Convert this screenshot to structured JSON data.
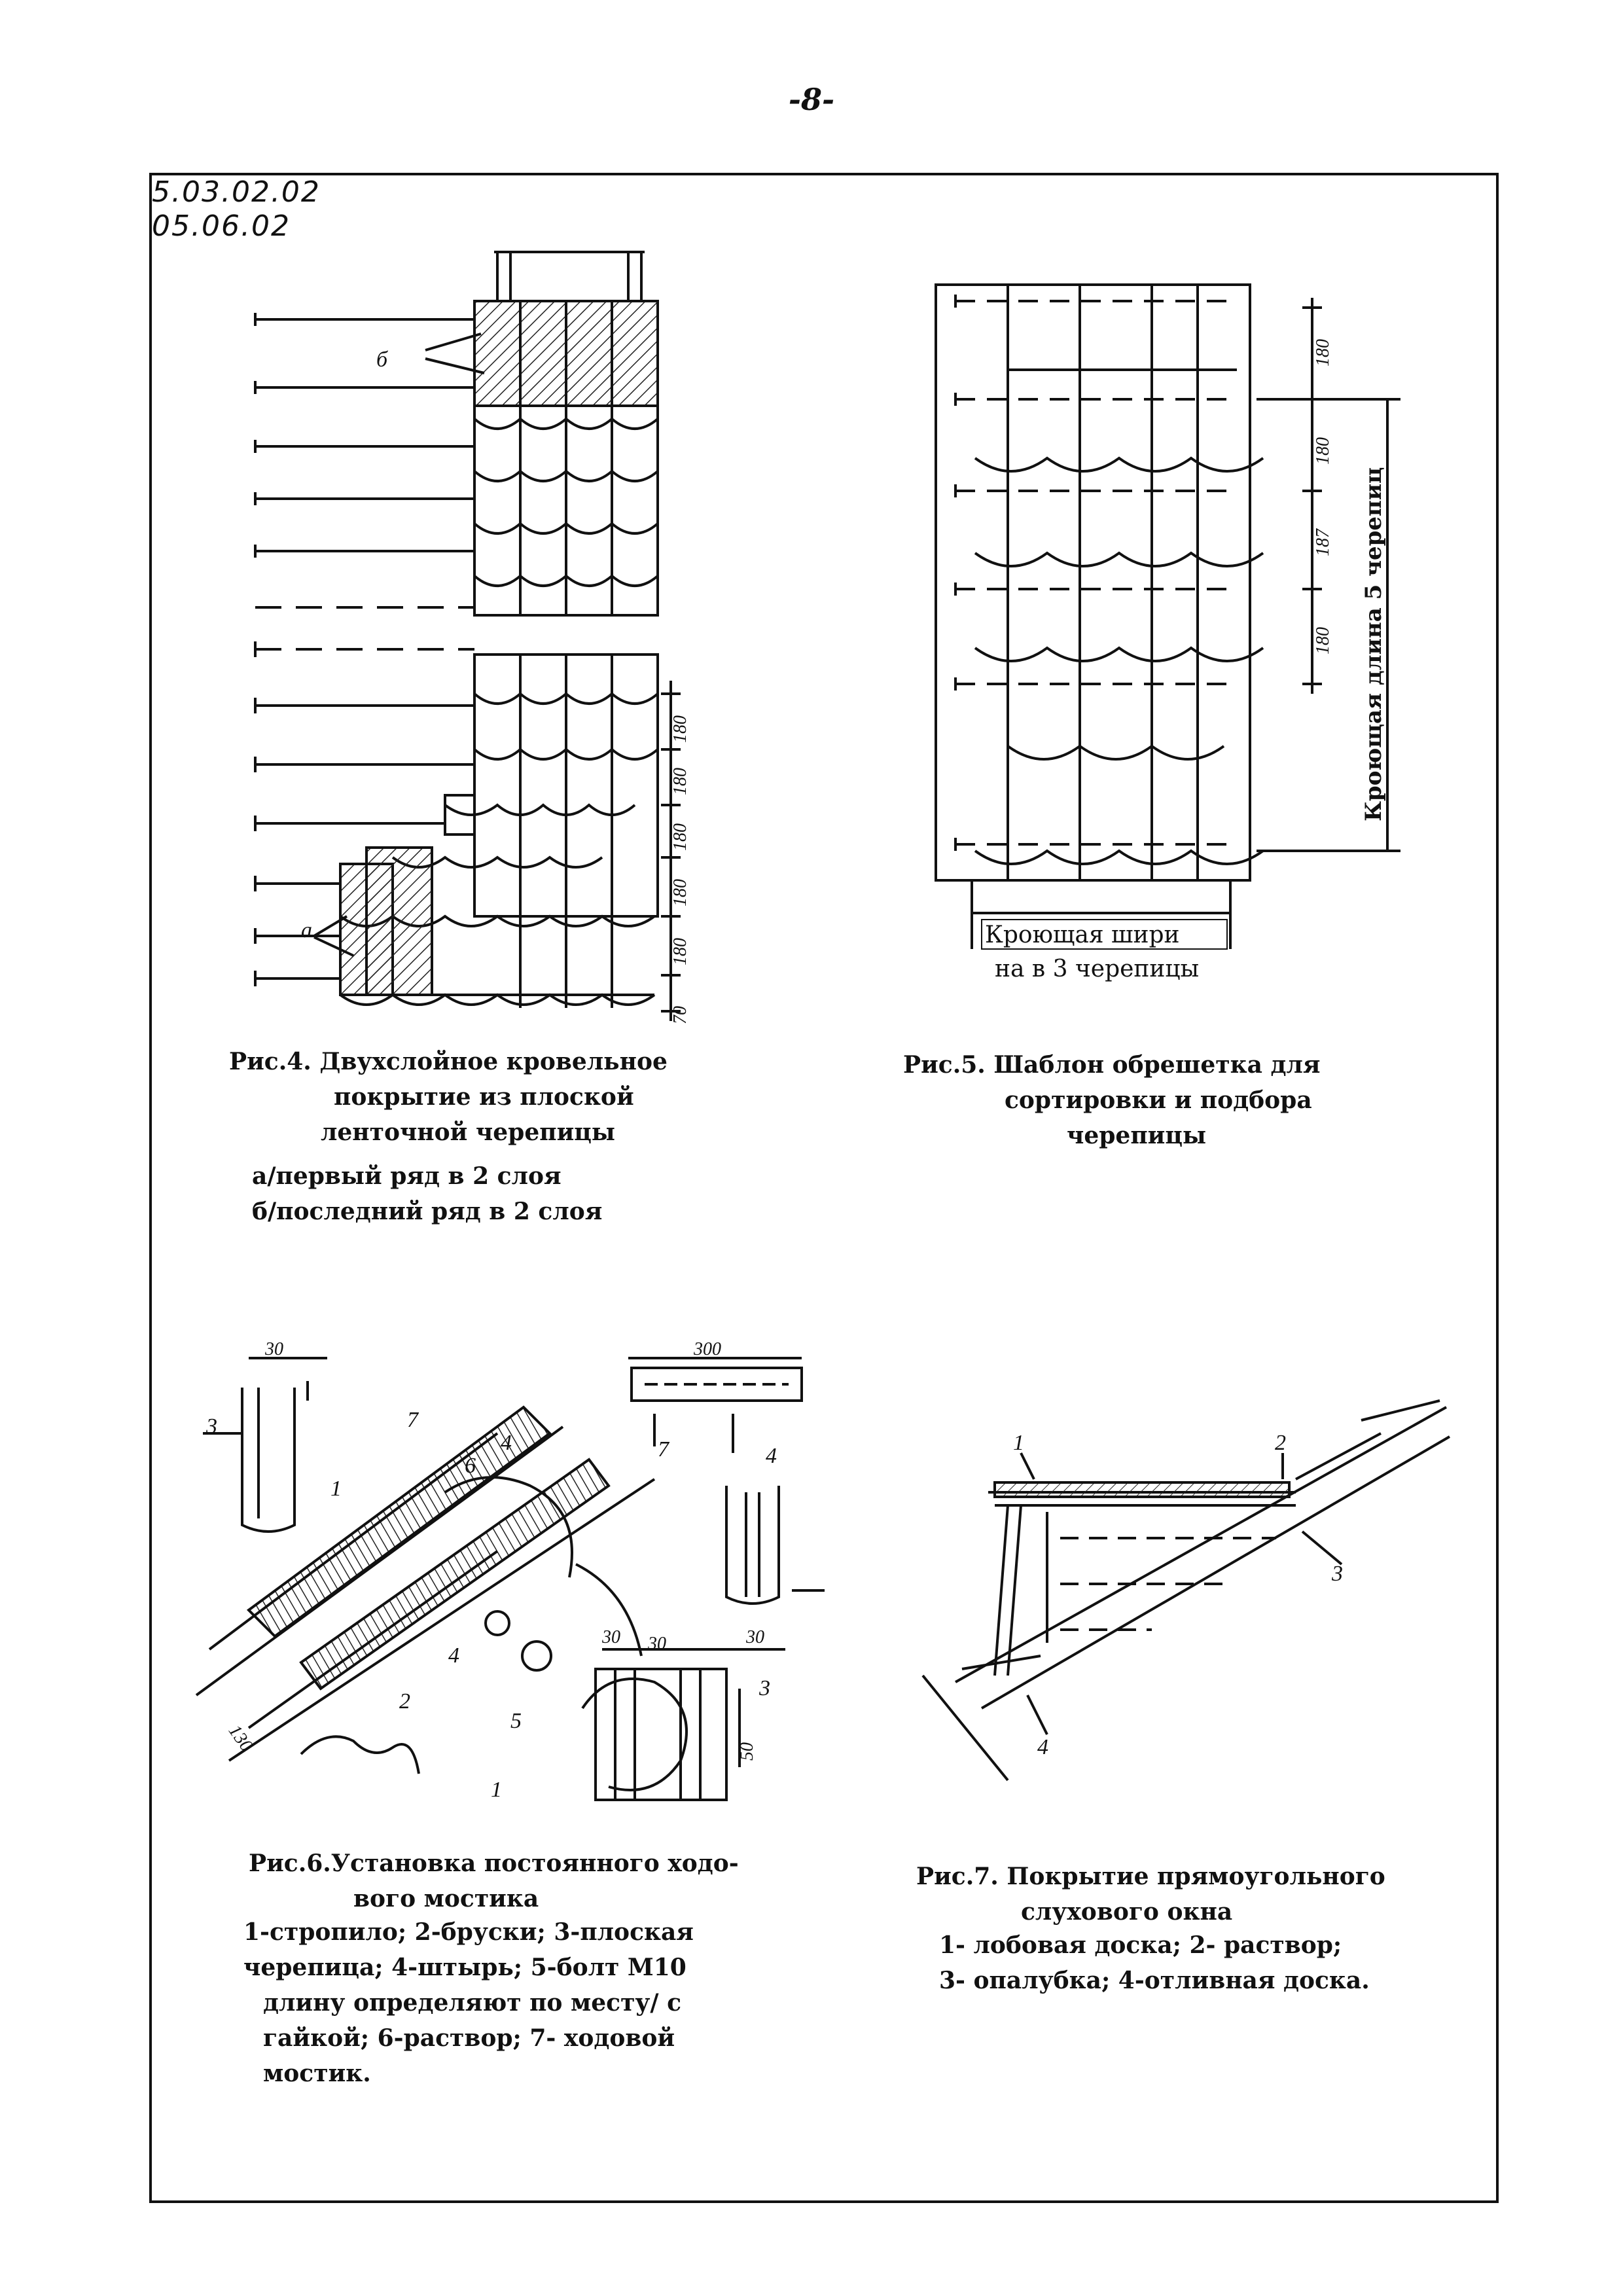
{
  "header": {
    "page_number": "-8-"
  },
  "doc_codes": [
    "5.03.02.02",
    "05.06.02"
  ],
  "fig4": {
    "caption": [
      "Рис.4. Двухслойное кровельное",
      "покрытие из плоской",
      "ленточной черепицы"
    ],
    "legend": [
      "а/первый ряд в 2 слоя",
      "б/последний ряд в 2 слоя"
    ],
    "labels": {
      "a": "а",
      "b": "б"
    },
    "dims": [
      "180",
      "180",
      "180",
      "180",
      "180",
      "70"
    ]
  },
  "fig5": {
    "caption": [
      "Рис.5. Шаблон обрешетка для",
      "сортировки и подбора",
      "черепицы"
    ],
    "dims": [
      "180",
      "180",
      "187",
      "180"
    ],
    "length_label": "Кроющая длина 5 черепиц",
    "width_label": [
      "Кроющая шири",
      "на в 3 черепицы"
    ]
  },
  "fig6": {
    "caption": [
      "Рис.6.Установка постоянного ходо-",
      "вого мостика"
    ],
    "legend": [
      "1-стропило; 2-бруски; 3-плоская",
      "черепица; 4-штырь; 5-болт М10",
      "длину определяют по месту/ с",
      "гайкой; 6-раствор; 7- ходовой",
      "мостик."
    ],
    "dims": {
      "top_width": "300",
      "small_top": "30",
      "slope": "130",
      "mid": "30",
      "side_a": "30",
      "side_b": "30",
      "height": "50"
    },
    "numbers": [
      "1",
      "2",
      "3",
      "4",
      "5",
      "6",
      "7"
    ]
  },
  "fig7": {
    "caption": [
      "Рис.7. Покрытие прямоугольного",
      "слухового окна"
    ],
    "legend": [
      "1- лобовая доска; 2- раствор;",
      "3- опалубка; 4-отливная доска."
    ],
    "numbers": [
      "1",
      "2",
      "3",
      "4"
    ]
  }
}
